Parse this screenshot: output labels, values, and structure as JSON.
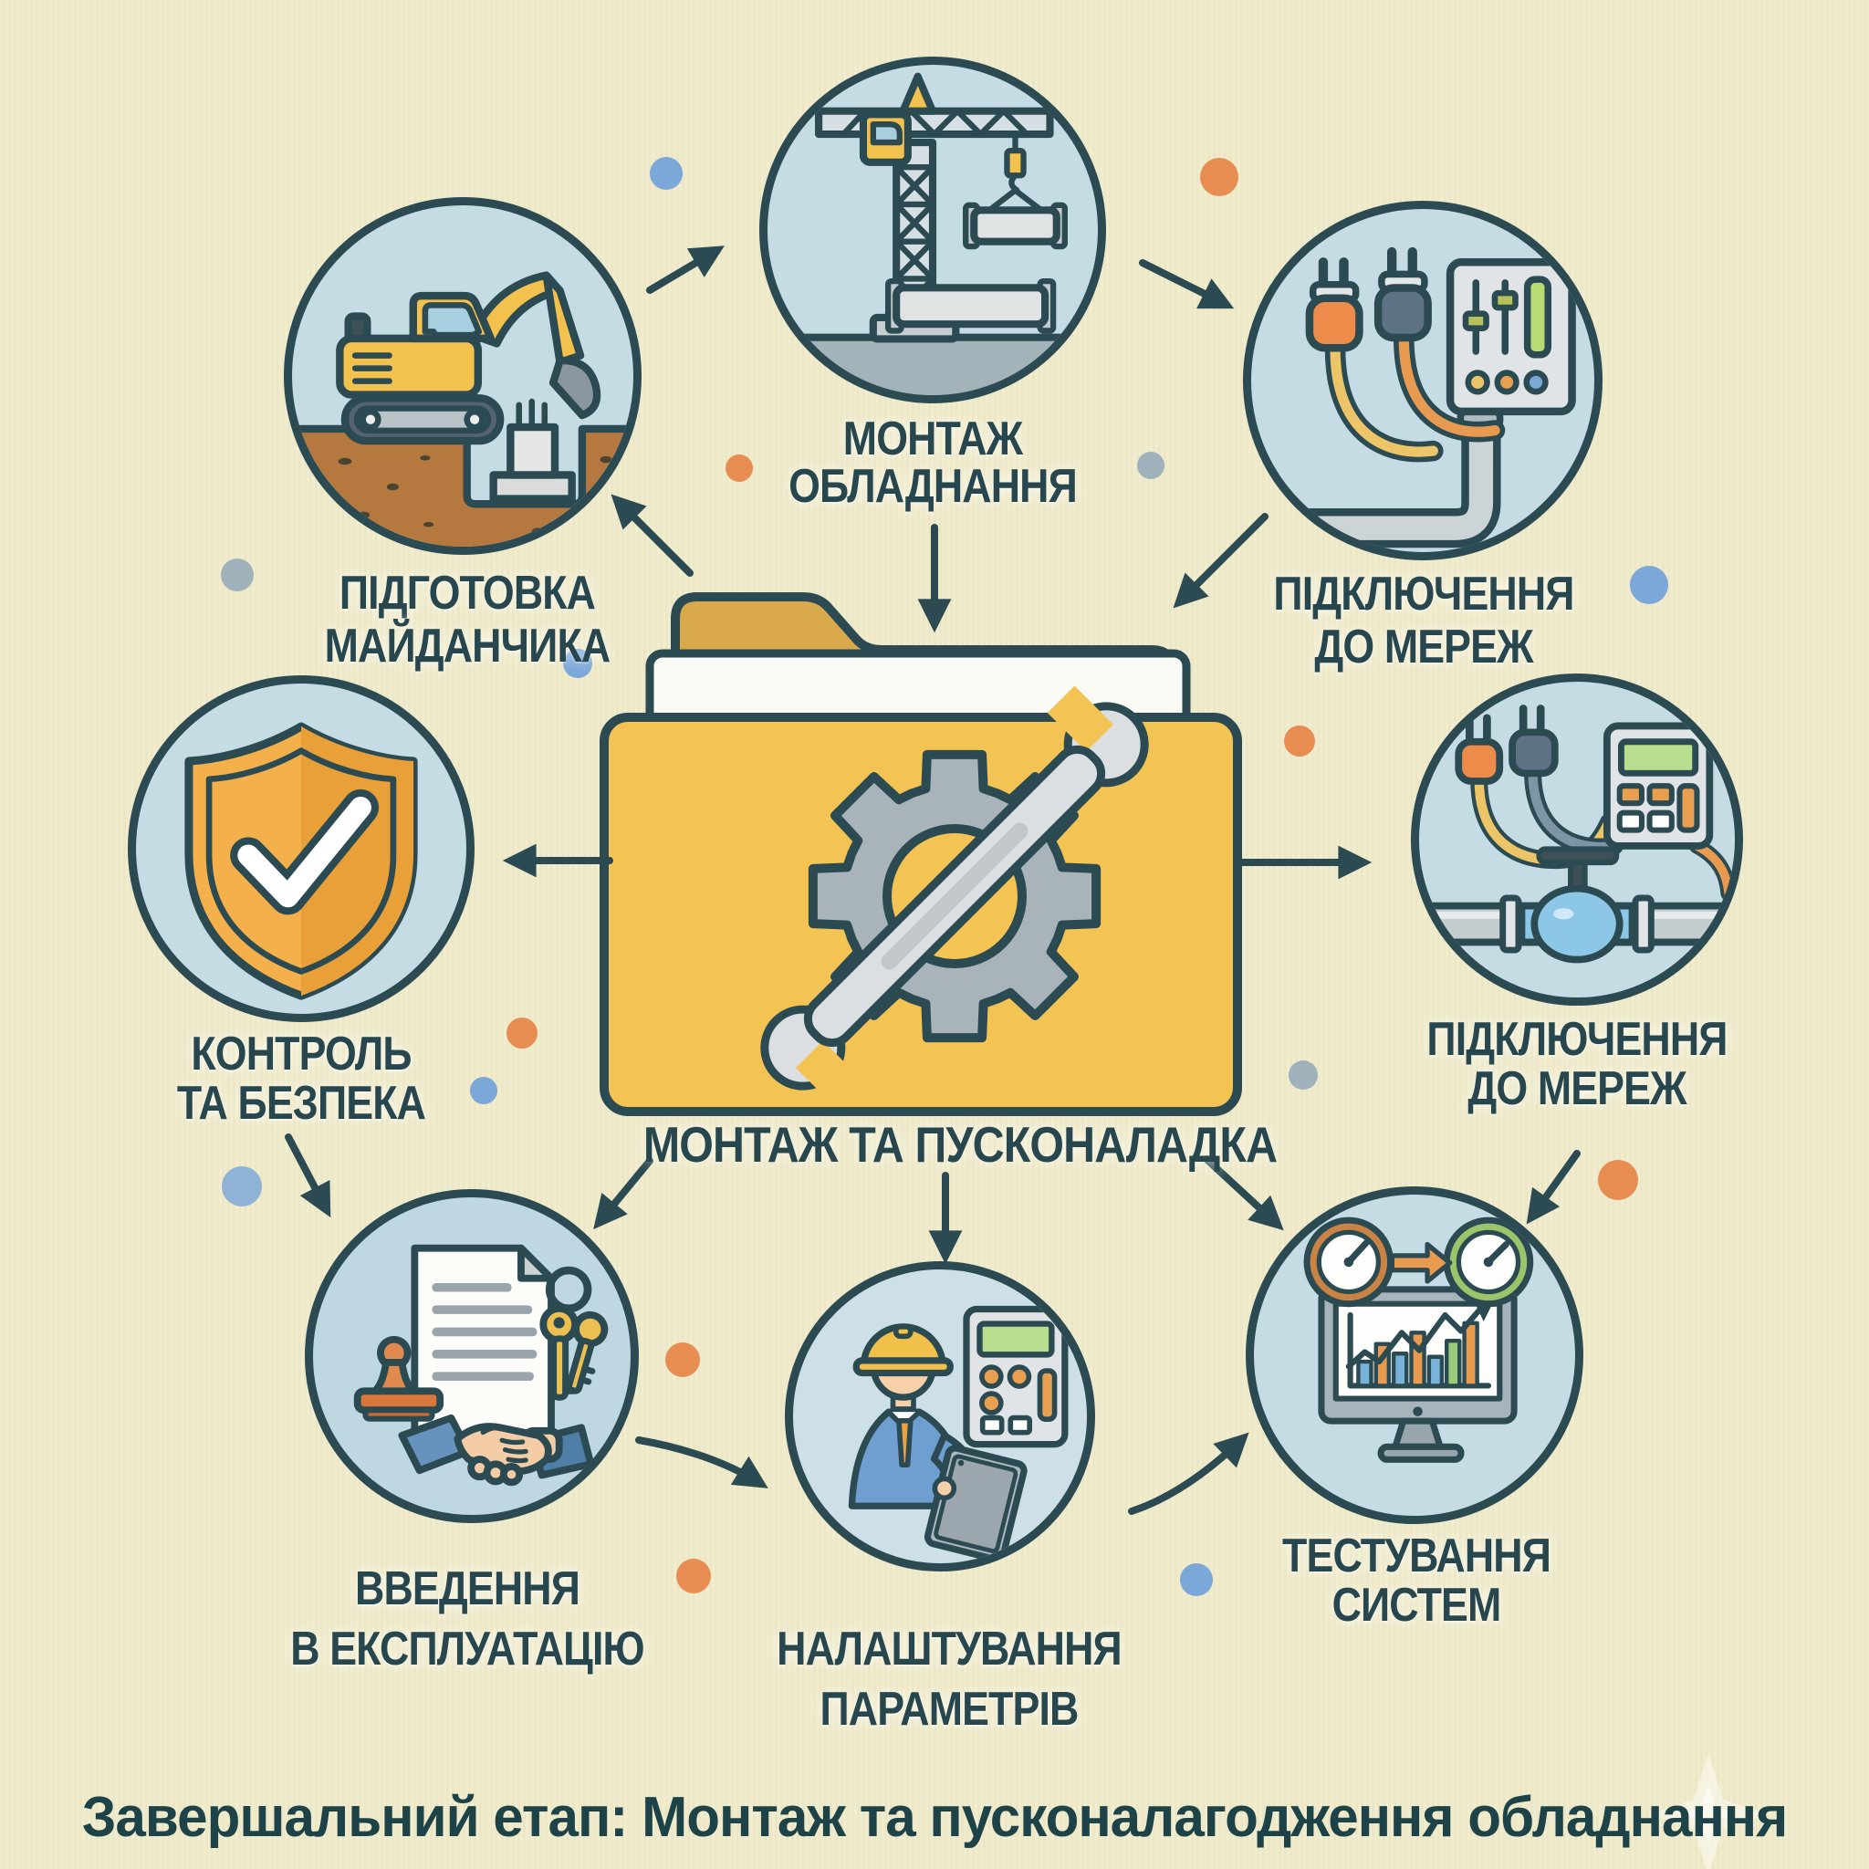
{
  "footer": {
    "title": "Завершальний етап: Монтаж та пусконалагодження обладнання"
  },
  "center": {
    "id": "installation-and-commissioning",
    "icon": "folder-gear-wrench-icon",
    "label": "МОНТАЖ ТА ПУСКОНАЛАДКА"
  },
  "nodes": [
    {
      "id": "site-preparation",
      "icon": "excavator-icon",
      "label1": "ПІДГОТОВКА",
      "label2": "МАЙДАНЧИКА"
    },
    {
      "id": "equipment-installation",
      "icon": "tower-crane-icon",
      "label1": "МОНТАЖ",
      "label2": "ОБЛАДНАННЯ"
    },
    {
      "id": "network-connection-power",
      "icon": "plugs-control-panel-icon",
      "label1": "ПІДКЛЮЧЕННЯ",
      "label2": "ДО МЕРЕЖ"
    },
    {
      "id": "control-and-safety",
      "icon": "shield-check-icon",
      "label1": "КОНТРОЛЬ",
      "label2": "ТА БЕЗПЕКА"
    },
    {
      "id": "network-connection-utilities",
      "icon": "cables-meter-pipe-icon",
      "label1": "ПІДКЛЮЧЕННЯ",
      "label2": "ДО МЕРЕЖ"
    },
    {
      "id": "commissioning",
      "icon": "contract-handshake-keys-icon",
      "label1": "ВВЕДЕННЯ",
      "label2": "В ЕКСПЛУАТАЦІЮ"
    },
    {
      "id": "parameter-setup",
      "icon": "engineer-calculator-tablet-icon",
      "label1": "НАЛАШТУВАННЯ",
      "label2": "ПАРАМЕТРІВ"
    },
    {
      "id": "system-testing",
      "icon": "monitor-gauges-chart-icon",
      "label1": "ТЕСТУВАННЯ",
      "label2": "СИСТЕМ"
    }
  ],
  "colors": {
    "background": "#f0ebca",
    "ink_outline": "#2b4a52",
    "text": "#27464e",
    "title_text": "#1d4349",
    "circle_fill": "#c5dce5",
    "folder_front": "#f3c353",
    "folder_back": "#d9a94b",
    "gear_gray": "#a9b3ba",
    "wrench_gray": "#dcdfe2",
    "dot_blue": "#7ba7d9",
    "dot_orange": "#e88d52",
    "dot_gray": "#9fb2bb"
  }
}
